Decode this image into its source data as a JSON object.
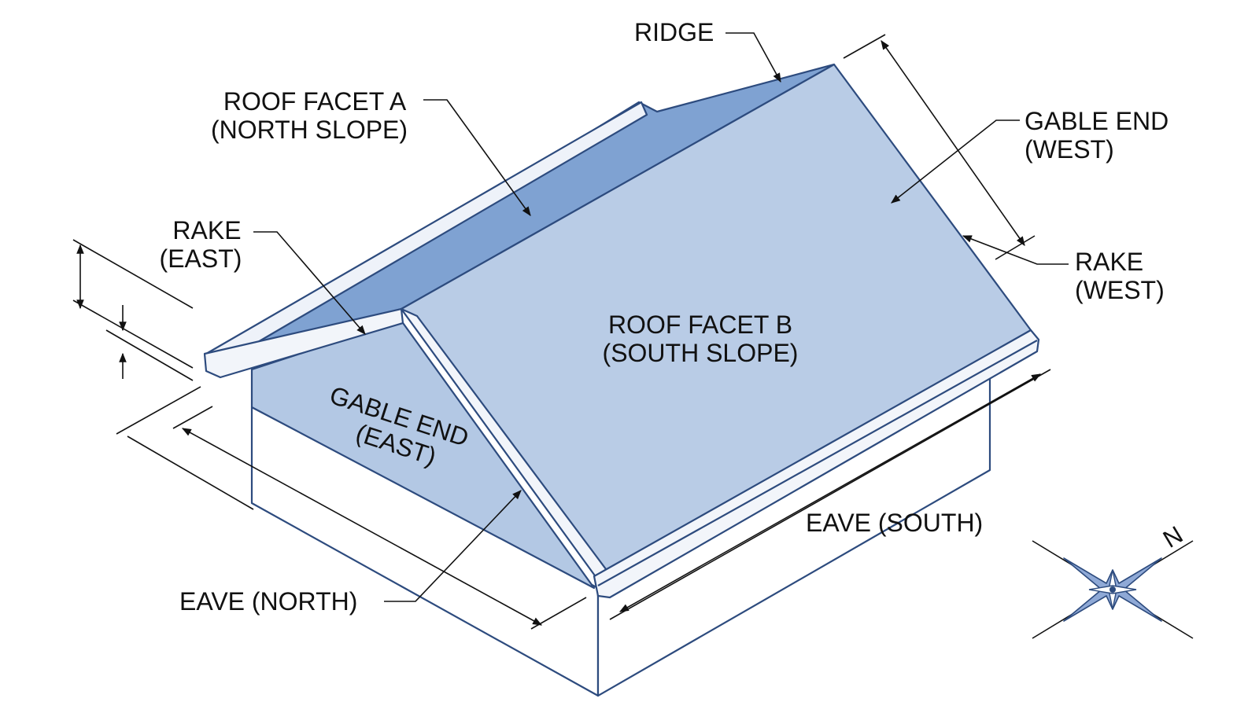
{
  "labels": {
    "ridge": "RIDGE",
    "roof_facet_a": [
      "ROOF FACET A",
      "(NORTH SLOPE)"
    ],
    "roof_facet_b": [
      "ROOF FACET B",
      "(SOUTH SLOPE)"
    ],
    "gable_end_west": [
      "GABLE END",
      "(WEST)"
    ],
    "gable_end_east": [
      "GABLE END",
      "(EAST)"
    ],
    "rake_east": [
      "RAKE",
      "(EAST)"
    ],
    "rake_west": [
      "RAKE",
      "(WEST)"
    ],
    "eave_north": "EAVE (NORTH)",
    "eave_south": "EAVE (SOUTH)",
    "compass_north": "N"
  },
  "colors": {
    "south_slope": "#b9cce6",
    "north_slope": "#7fa2d2",
    "gable_east": "#b3c8e4",
    "trim": "#f2f5fa",
    "wall": "#ffffff",
    "edge": "#2d4b7e",
    "leader": "#111111"
  }
}
